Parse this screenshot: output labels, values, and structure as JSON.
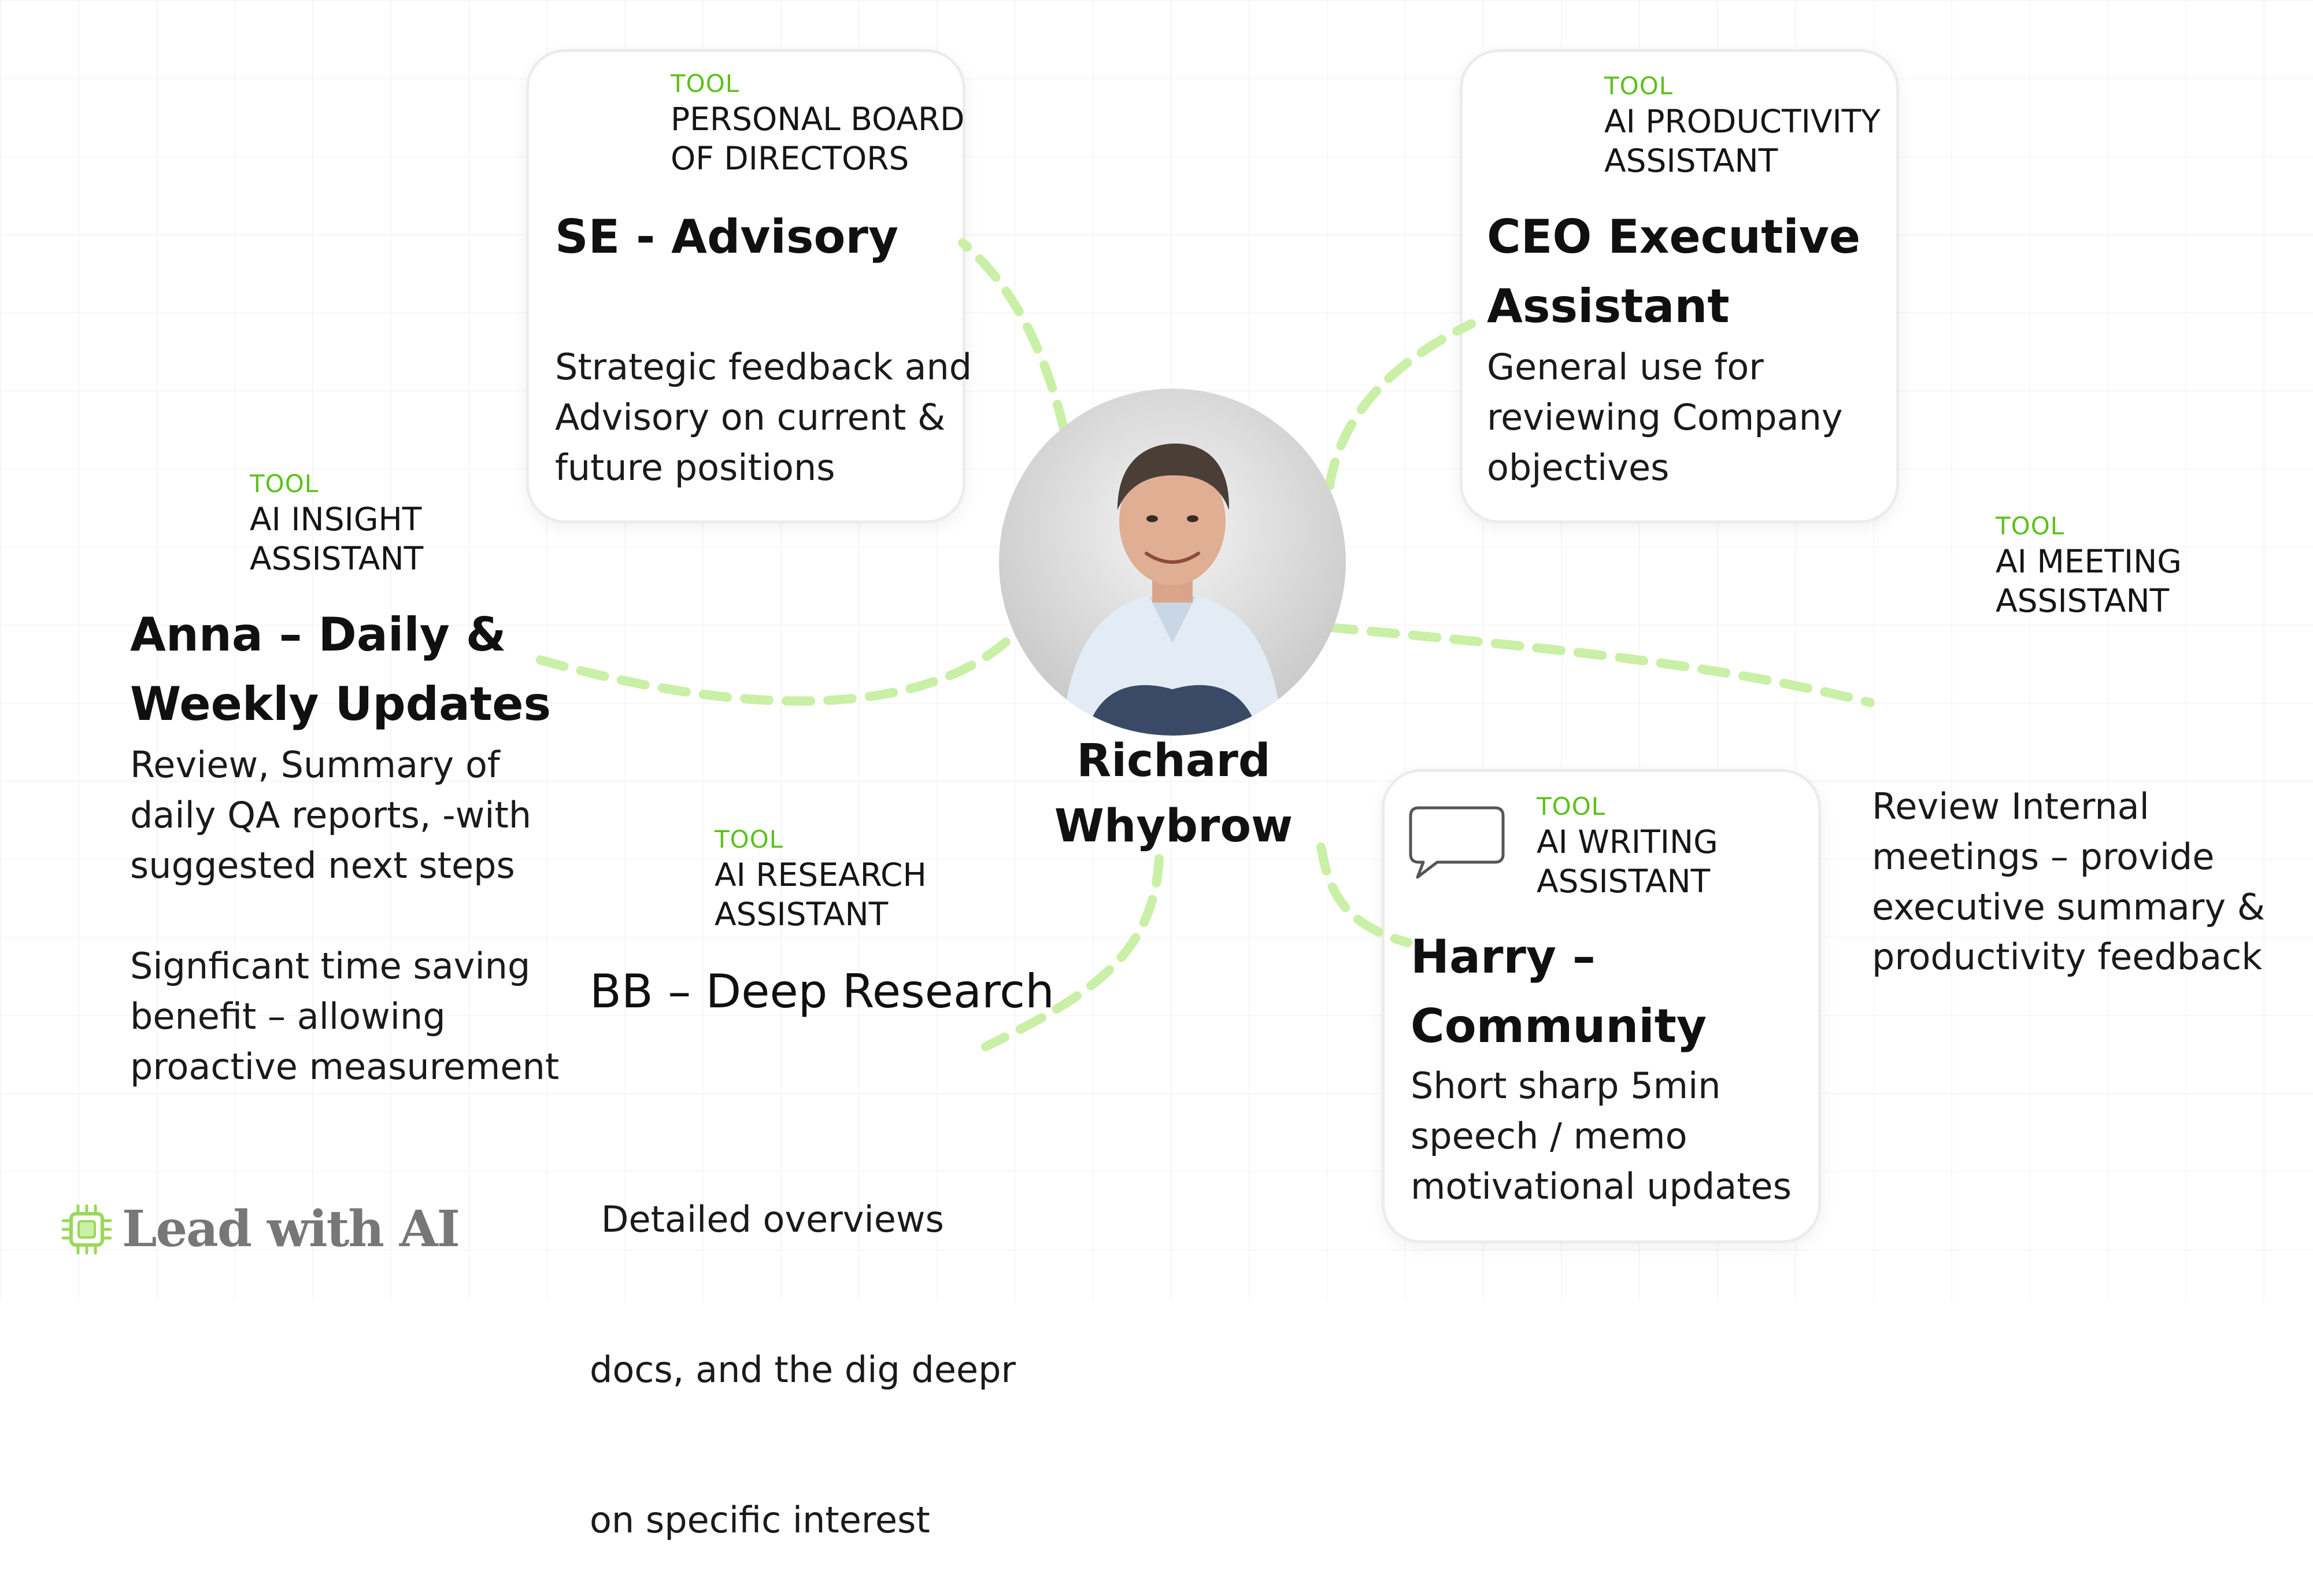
{
  "center": {
    "name_line1": "Richard",
    "name_line2": "Whybrow"
  },
  "nodes": {
    "se_advisory": {
      "tag": "TOOL",
      "tool_line1": "PERSONAL BOARD",
      "tool_line2": "OF DIRECTORS",
      "title": "SE - Advisory",
      "desc_line1": "Strategic feedback and",
      "desc_line2": "Advisory on  current &",
      "desc_line3": "future positions"
    },
    "ceo_assistant": {
      "tag": "TOOL",
      "tool_line1": "AI PRODUCTIVITY",
      "tool_line2": "ASSISTANT",
      "title_line1": "CEO  Executive",
      "title_line2": "Assistant",
      "desc_line1": "General use for",
      "desc_line2": "reviewing Company",
      "desc_line3": "objectives"
    },
    "anna": {
      "tag": "TOOL",
      "tool_line1": "AI INSIGHT",
      "tool_line2": "ASSISTANT",
      "title_line1": "Anna – Daily &",
      "title_line2": "Weekly Updates",
      "desc_line1": "Review, Summary of",
      "desc_line2": "daily QA reports,  -with",
      "desc_line3": "suggested next steps",
      "note_line1": "Signficant time saving",
      "note_line2": "benefit – allowing",
      "note_line3": "proactive measurement"
    },
    "meeting": {
      "tag": "TOOL",
      "tool_line1": "AI MEETING",
      "tool_line2": "ASSISTANT",
      "desc_line1": "Review Internal",
      "desc_line2": "meetings – provide",
      "desc_line3": "executive summary &",
      "desc_line4": "productivity feedback"
    },
    "bb": {
      "tag": "TOOL",
      "tool_line1": "AI RESEARCH",
      "tool_line2": "ASSISTANT",
      "title": "BB – Deep Research",
      "desc_line1": " Detailed overviews",
      "desc_line2": "docs, and the dig deepr",
      "desc_line3": "on specific interest"
    },
    "harry": {
      "tag": "TOOL",
      "tool_line1": "AI WRITING",
      "tool_line2": "ASSISTANT",
      "title_line1": "Harry –",
      "title_line2": "Community",
      "desc_line1": "Short sharp 5min",
      "desc_line2": "speech /  memo",
      "desc_line3": "motivational updates"
    }
  },
  "brand": {
    "logo_text": "Lead with AI"
  },
  "colors": {
    "accent": "#5cc11a",
    "arrow": "#c9f0a6"
  },
  "icons": {
    "logo": "chip-icon",
    "speech": "speech-bubble-icon"
  }
}
